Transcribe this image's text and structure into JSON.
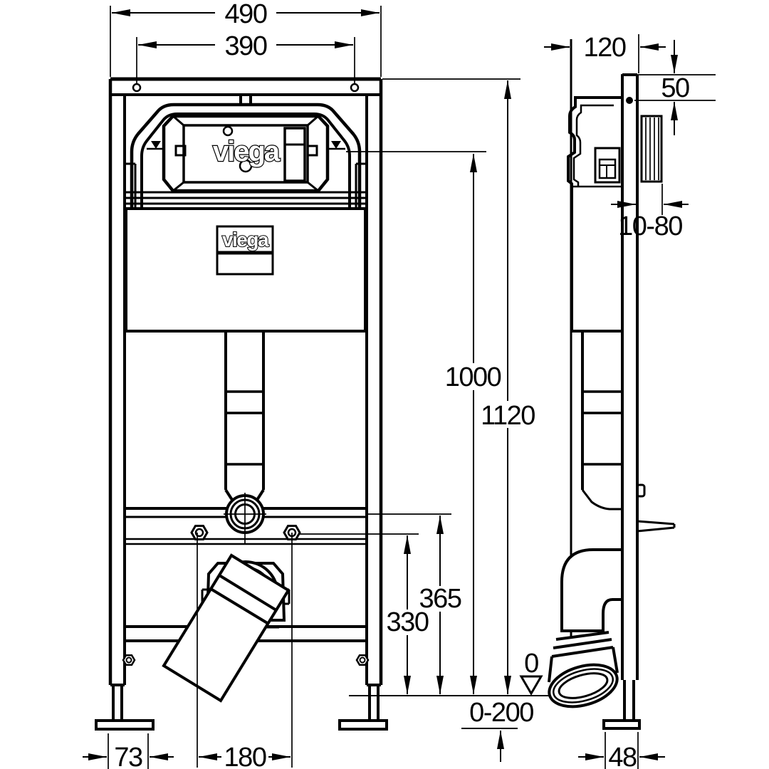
{
  "drawing": {
    "brand_logo": {
      "plate": "viega",
      "sticker": "viega"
    },
    "colors": {
      "line": "#000000",
      "background": "#ffffff"
    },
    "front_view": {
      "dim_width_overall": "490",
      "dim_width_fixing_holes": "390",
      "dim_height_water_level": "1000",
      "dim_height_frame": "1120",
      "dim_height_flush_elbow": "365",
      "dim_height_fixing_bolts": "330",
      "floor_level_marker": "0",
      "dim_foot_adjustment_range": "0-200",
      "dim_foot_width": "73",
      "dim_bolt_spacing": "180"
    },
    "side_view": {
      "dim_frame_depth": "120",
      "dim_top_fixing_offset": "50",
      "dim_wall_clearance_range": "10-80",
      "dim_foot_depth": "48"
    }
  }
}
